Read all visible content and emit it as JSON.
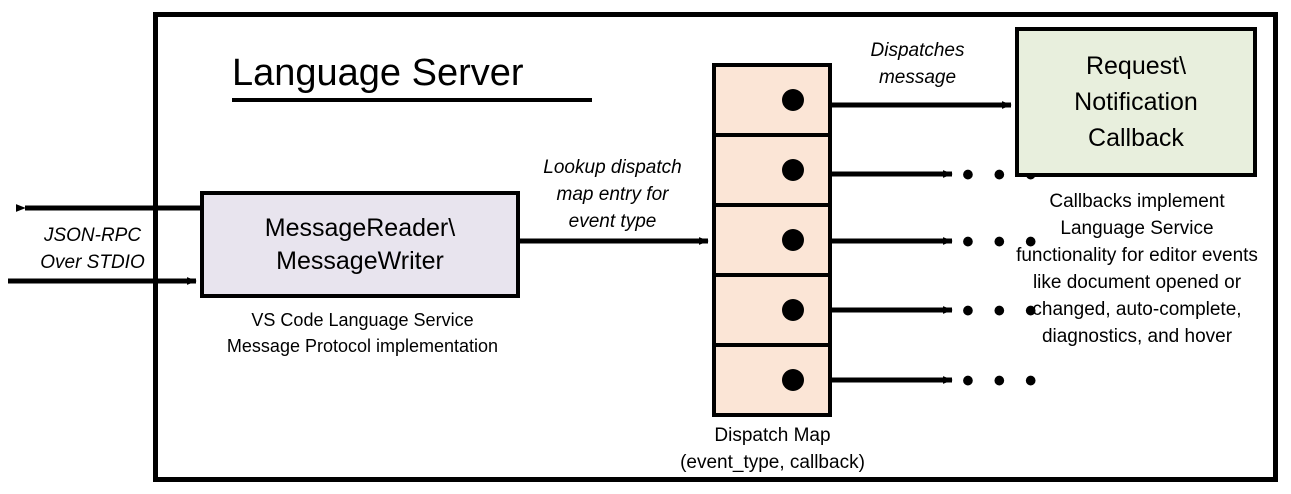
{
  "diagram": {
    "title": "Language Server",
    "container": {
      "label": "Language Server",
      "border_color": "#000000"
    },
    "boxes": {
      "reader_writer": {
        "line1": "MessageReader\\",
        "line2": "MessageWriter",
        "fill_color": "#E8E4EE",
        "caption_line1": "VS Code Language Service",
        "caption_line2": "Message Protocol implementation"
      },
      "callback": {
        "line1": "Request\\",
        "line2": "Notification",
        "line3": "Callback",
        "fill_color": "#E8EFDD",
        "caption": "Callbacks implement Language Service functionality for editor events like document opened or changed, auto-complete, diagnostics, and hover"
      },
      "dispatch_map": {
        "fill_color": "#FBE5D6",
        "caption_line1": "Dispatch Map",
        "caption_line2": "(event_type, callback)",
        "cells": [
          {
            "dot": "callback-dot"
          },
          {
            "dot": "callback-dot"
          },
          {
            "dot": "callback-dot"
          },
          {
            "dot": "callback-dot"
          },
          {
            "dot": "callback-dot"
          }
        ]
      }
    },
    "edge_labels": {
      "jsonrpc_line1": "JSON-RPC",
      "jsonrpc_line2": "Over STDIO",
      "lookup_line1": "Lookup dispatch",
      "lookup_line2": "map entry for",
      "lookup_line3": "event type",
      "dispatches_line1": "Dispatches",
      "dispatches_line2": "message"
    },
    "ellipses": [
      "• • •",
      "• • •",
      "• • •",
      "• • •"
    ]
  }
}
